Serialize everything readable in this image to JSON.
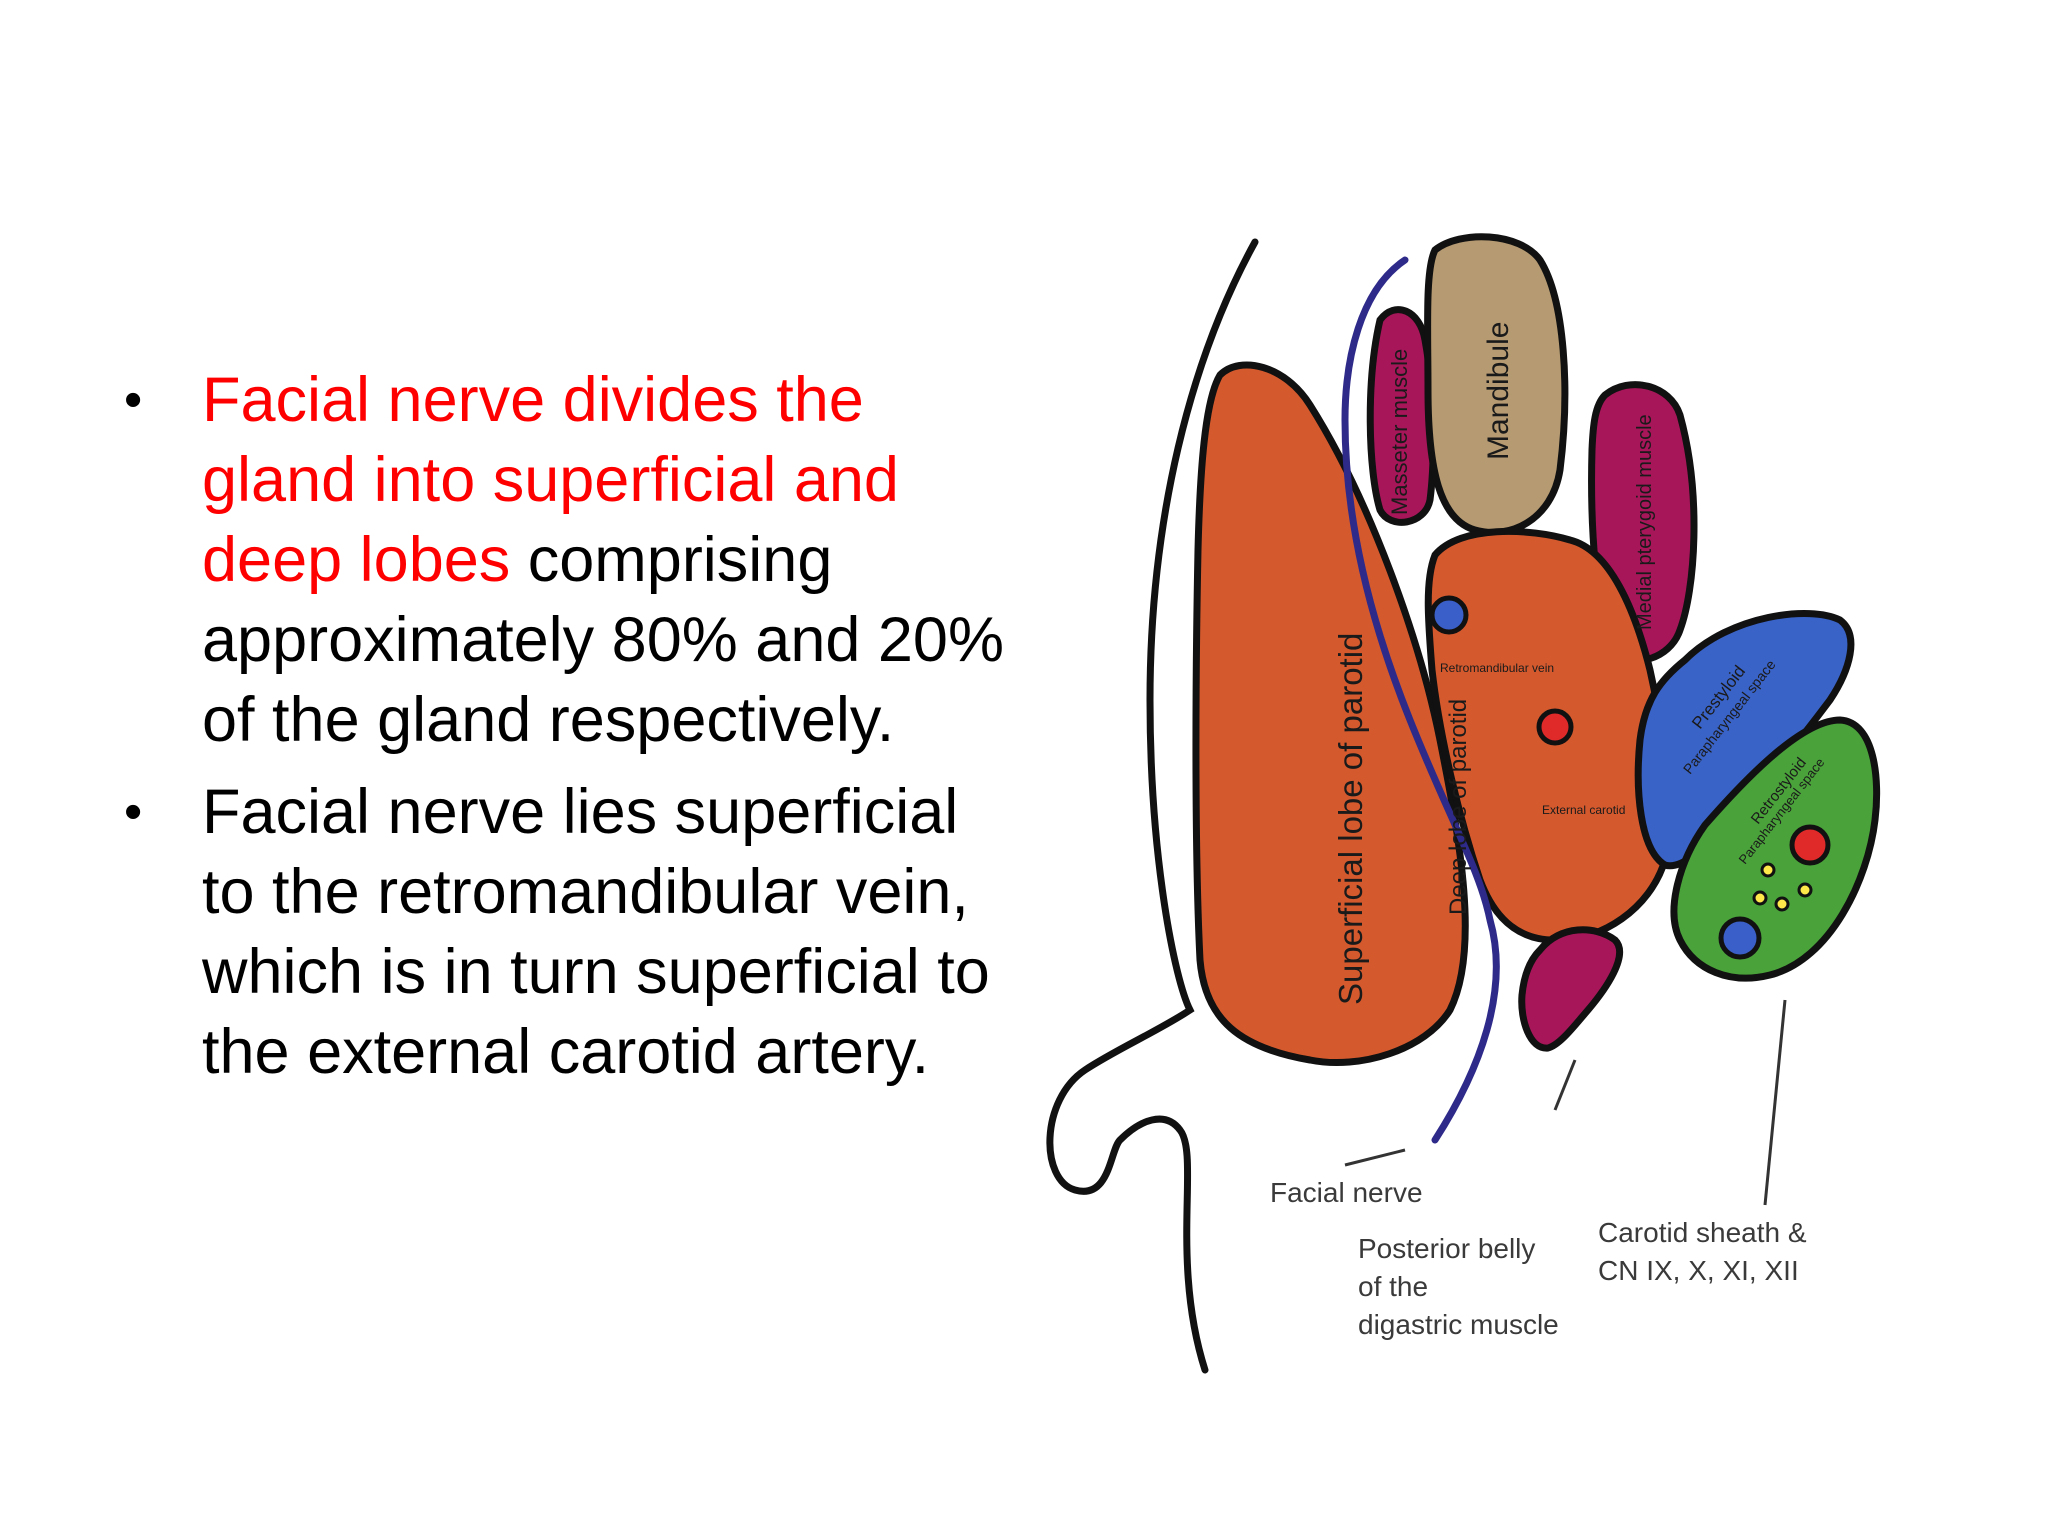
{
  "slide": {
    "bullets": [
      {
        "highlight": "Facial nerve divides the gland into superficial and deep lobes",
        "rest": " comprising approximately 80% and 20% of the gland respectively."
      },
      {
        "text": "Facial nerve lies superficial to the retromandibular vein, which is in turn superficial to the external carotid artery."
      }
    ],
    "bullet_glyph": "•"
  },
  "diagram": {
    "labels": {
      "masseter": "Masseter muscle",
      "mandibule": "Mandibule",
      "medial_pterygoid": "Medial pterygoid muscle",
      "superficial_lobe": "Superficial lobe of parotid",
      "deep_lobe": "Deep lobe of parotid",
      "retromandibular_vein": "Retromandibular vein",
      "external_carotid": "External carotid",
      "prestyloid_1": "Prestyloid",
      "prestyloid_2": "Parapharyngeal space",
      "retrostyloid_1": "Retrostyloid",
      "retrostyloid_2": "Parapharyngeal space",
      "facial_nerve": "Facial nerve",
      "digastric_1": "Posterior belly",
      "digastric_2": "of the",
      "digastric_3": "digastric muscle",
      "carotid_1": "Carotid sheath &",
      "carotid_2": "CN IX, X, XI, XII"
    },
    "colors": {
      "parotid": "#d45a2e",
      "masseter": "#a8165a",
      "mandibule": "#b59a72",
      "pterygoid": "#a8165a",
      "digastric": "#a8165a",
      "prestyloid": "#3a63c7",
      "retrostyloid": "#4aa23a",
      "nerve": "#2e2a8a",
      "vein": "#3a5fc8",
      "artery": "#e02a2a",
      "cranial_nerves": "#ffe84a",
      "outline": "#111111"
    }
  }
}
